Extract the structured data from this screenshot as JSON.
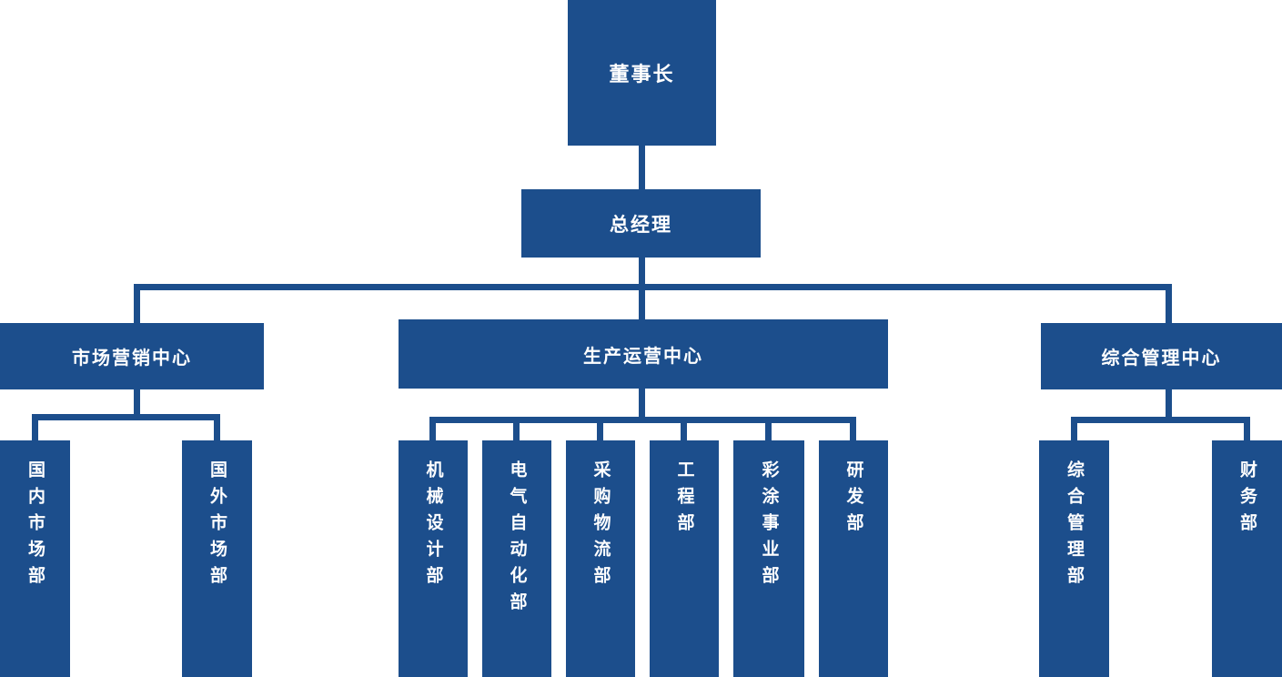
{
  "colors": {
    "box": "#1c4e8c",
    "text": "#ffffff"
  },
  "org": {
    "chairman": {
      "label": "董事长"
    },
    "general_manager": {
      "label": "总经理"
    },
    "centers": [
      {
        "label": "市场营销中心",
        "departments": [
          {
            "label": "国内市场部"
          },
          {
            "label": "国外市场部"
          }
        ]
      },
      {
        "label": "生产运营中心",
        "departments": [
          {
            "label": "机械设计部"
          },
          {
            "label": "电气自动化部"
          },
          {
            "label": "采购物流部"
          },
          {
            "label": "工程部"
          },
          {
            "label": "彩涂事业部"
          },
          {
            "label": "研发部"
          }
        ]
      },
      {
        "label": "综合管理中心",
        "departments": [
          {
            "label": "综合管理部"
          },
          {
            "label": "财务部"
          }
        ]
      }
    ]
  }
}
